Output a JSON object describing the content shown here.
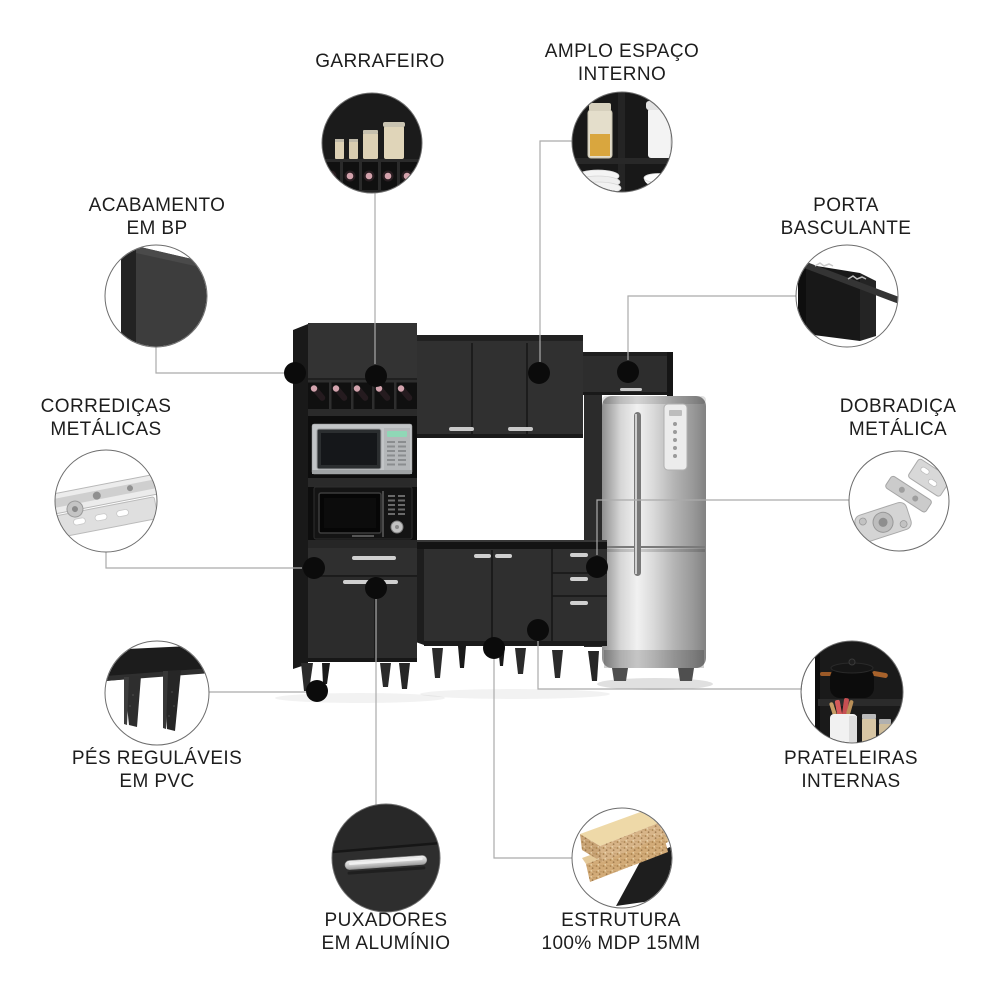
{
  "page": {
    "background": "#ffffff",
    "text_color": "#1d1d1d",
    "connector_line_color": "#ababab",
    "anchor_dot_color": "#0b0b0b",
    "cabinet_color": "#303030",
    "fridge_color": "#c9c9c9",
    "handle_color": "#d0d0d0",
    "mdp_wood_color": "#d7b488"
  },
  "callouts": [
    {
      "id": "garrafeiro",
      "line1": "GARRAFEIRO",
      "line2": "",
      "icon": "bottle-rack-photo"
    },
    {
      "id": "amplo-espaco",
      "line1": "AMPLO ESPAÇO",
      "line2": "INTERNO",
      "icon": "interior-shelves-photo"
    },
    {
      "id": "acabamento-bp",
      "line1": "ACABAMENTO",
      "line2": "EM BP",
      "icon": "bp-finish-photo"
    },
    {
      "id": "porta-basculante",
      "line1": "PORTA",
      "line2": "BASCULANTE",
      "icon": "flip-door-photo"
    },
    {
      "id": "corredicas",
      "line1": "CORREDIÇAS",
      "line2": "METÁLICAS",
      "icon": "metal-drawer-slide-photo"
    },
    {
      "id": "dobradica",
      "line1": "DOBRADIÇA",
      "line2": "METÁLICA",
      "icon": "metal-hinge-photo"
    },
    {
      "id": "pes-pvc",
      "line1": "PÉS REGULÁVEIS",
      "line2": "EM PVC",
      "icon": "pvc-adjustable-feet-photo"
    },
    {
      "id": "prateleiras",
      "line1": "PRATELEIRAS",
      "line2": "INTERNAS",
      "icon": "internal-shelves-photo"
    },
    {
      "id": "puxadores",
      "line1": "PUXADORES",
      "line2": "EM ALUMÍNIO",
      "icon": "aluminum-handle-photo"
    },
    {
      "id": "estrutura",
      "line1": "ESTRUTURA",
      "line2": "100% MDP 15MM",
      "icon": "mdp-board-photo"
    }
  ],
  "product": {
    "name": "black-kitchen-cabinet-set-with-refrigerator",
    "parts": [
      "wine-rack",
      "stainless-microwave",
      "black-microwave-oven",
      "wall-cabinets",
      "flip-up-door-cabinet",
      "refrigerator",
      "base-cabinet-with-doors",
      "drawer-unit",
      "tapered-feet"
    ]
  }
}
